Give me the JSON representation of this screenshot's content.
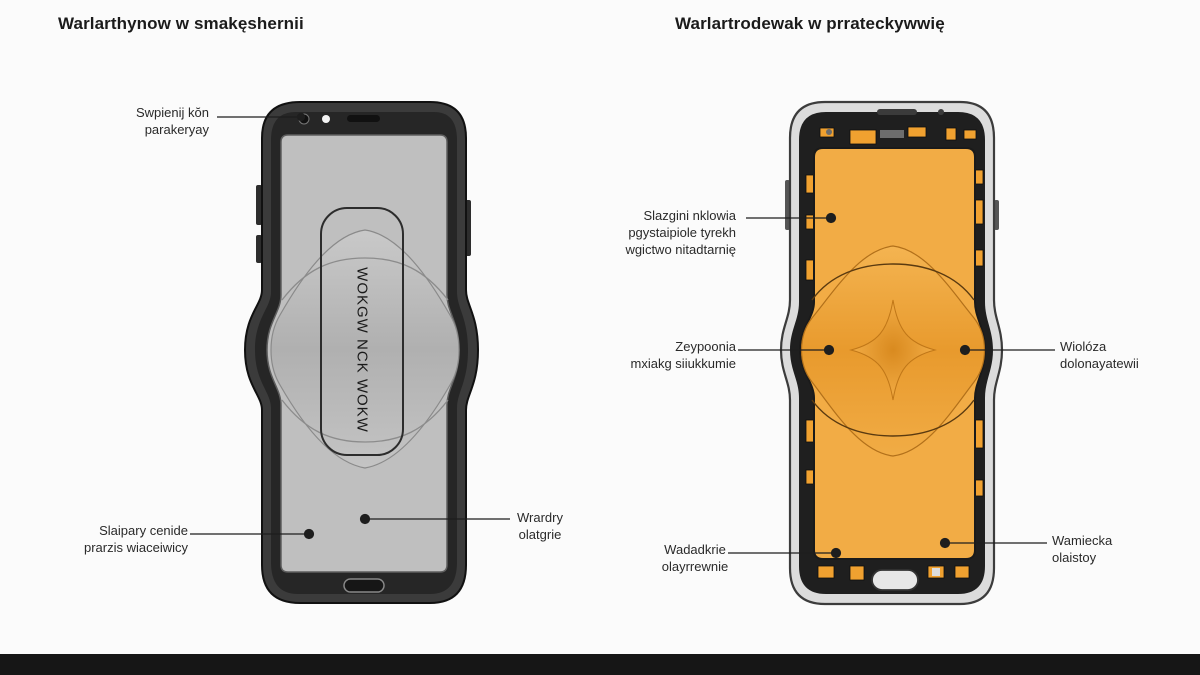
{
  "left": {
    "title": "Warlarthynow w smakęshernii",
    "vertical_text": "WOKGW NCK WOKW",
    "callouts": [
      {
        "id": "top",
        "lines": [
          "Swpienij kŏn",
          "parakeryay"
        ]
      },
      {
        "id": "bottom-left",
        "lines": [
          "Slaipary cenide",
          "prarzis wiaceiwicy"
        ]
      },
      {
        "id": "bottom-right",
        "lines": [
          "Wrardry",
          "olatgrie"
        ]
      }
    ]
  },
  "right": {
    "title": "Warlartrodewak w prrateckywwię",
    "callouts": [
      {
        "id": "upper-left",
        "lines": [
          "Slazgini nklowia",
          "pgystaipiole tyrekh",
          "wgictwo nitadtarnię"
        ]
      },
      {
        "id": "mid-left",
        "lines": [
          "Zeypoonia",
          "mxiakg siiukkumie"
        ]
      },
      {
        "id": "mid-right",
        "lines": [
          "Wiolóza",
          "dolonayatewii"
        ]
      },
      {
        "id": "bottom-left",
        "lines": [
          "Wadadkrie",
          "olayrrewnie"
        ]
      },
      {
        "id": "bottom-right",
        "lines": [
          "Wamiecka",
          "olaistoy"
        ]
      }
    ]
  },
  "colors": {
    "phone_dark": "#3a3a3a",
    "screen_gray": "#bdbdbd",
    "battery_orange": "#f0a83c",
    "board_orange": "#f29a1e",
    "footer": "#161616"
  }
}
